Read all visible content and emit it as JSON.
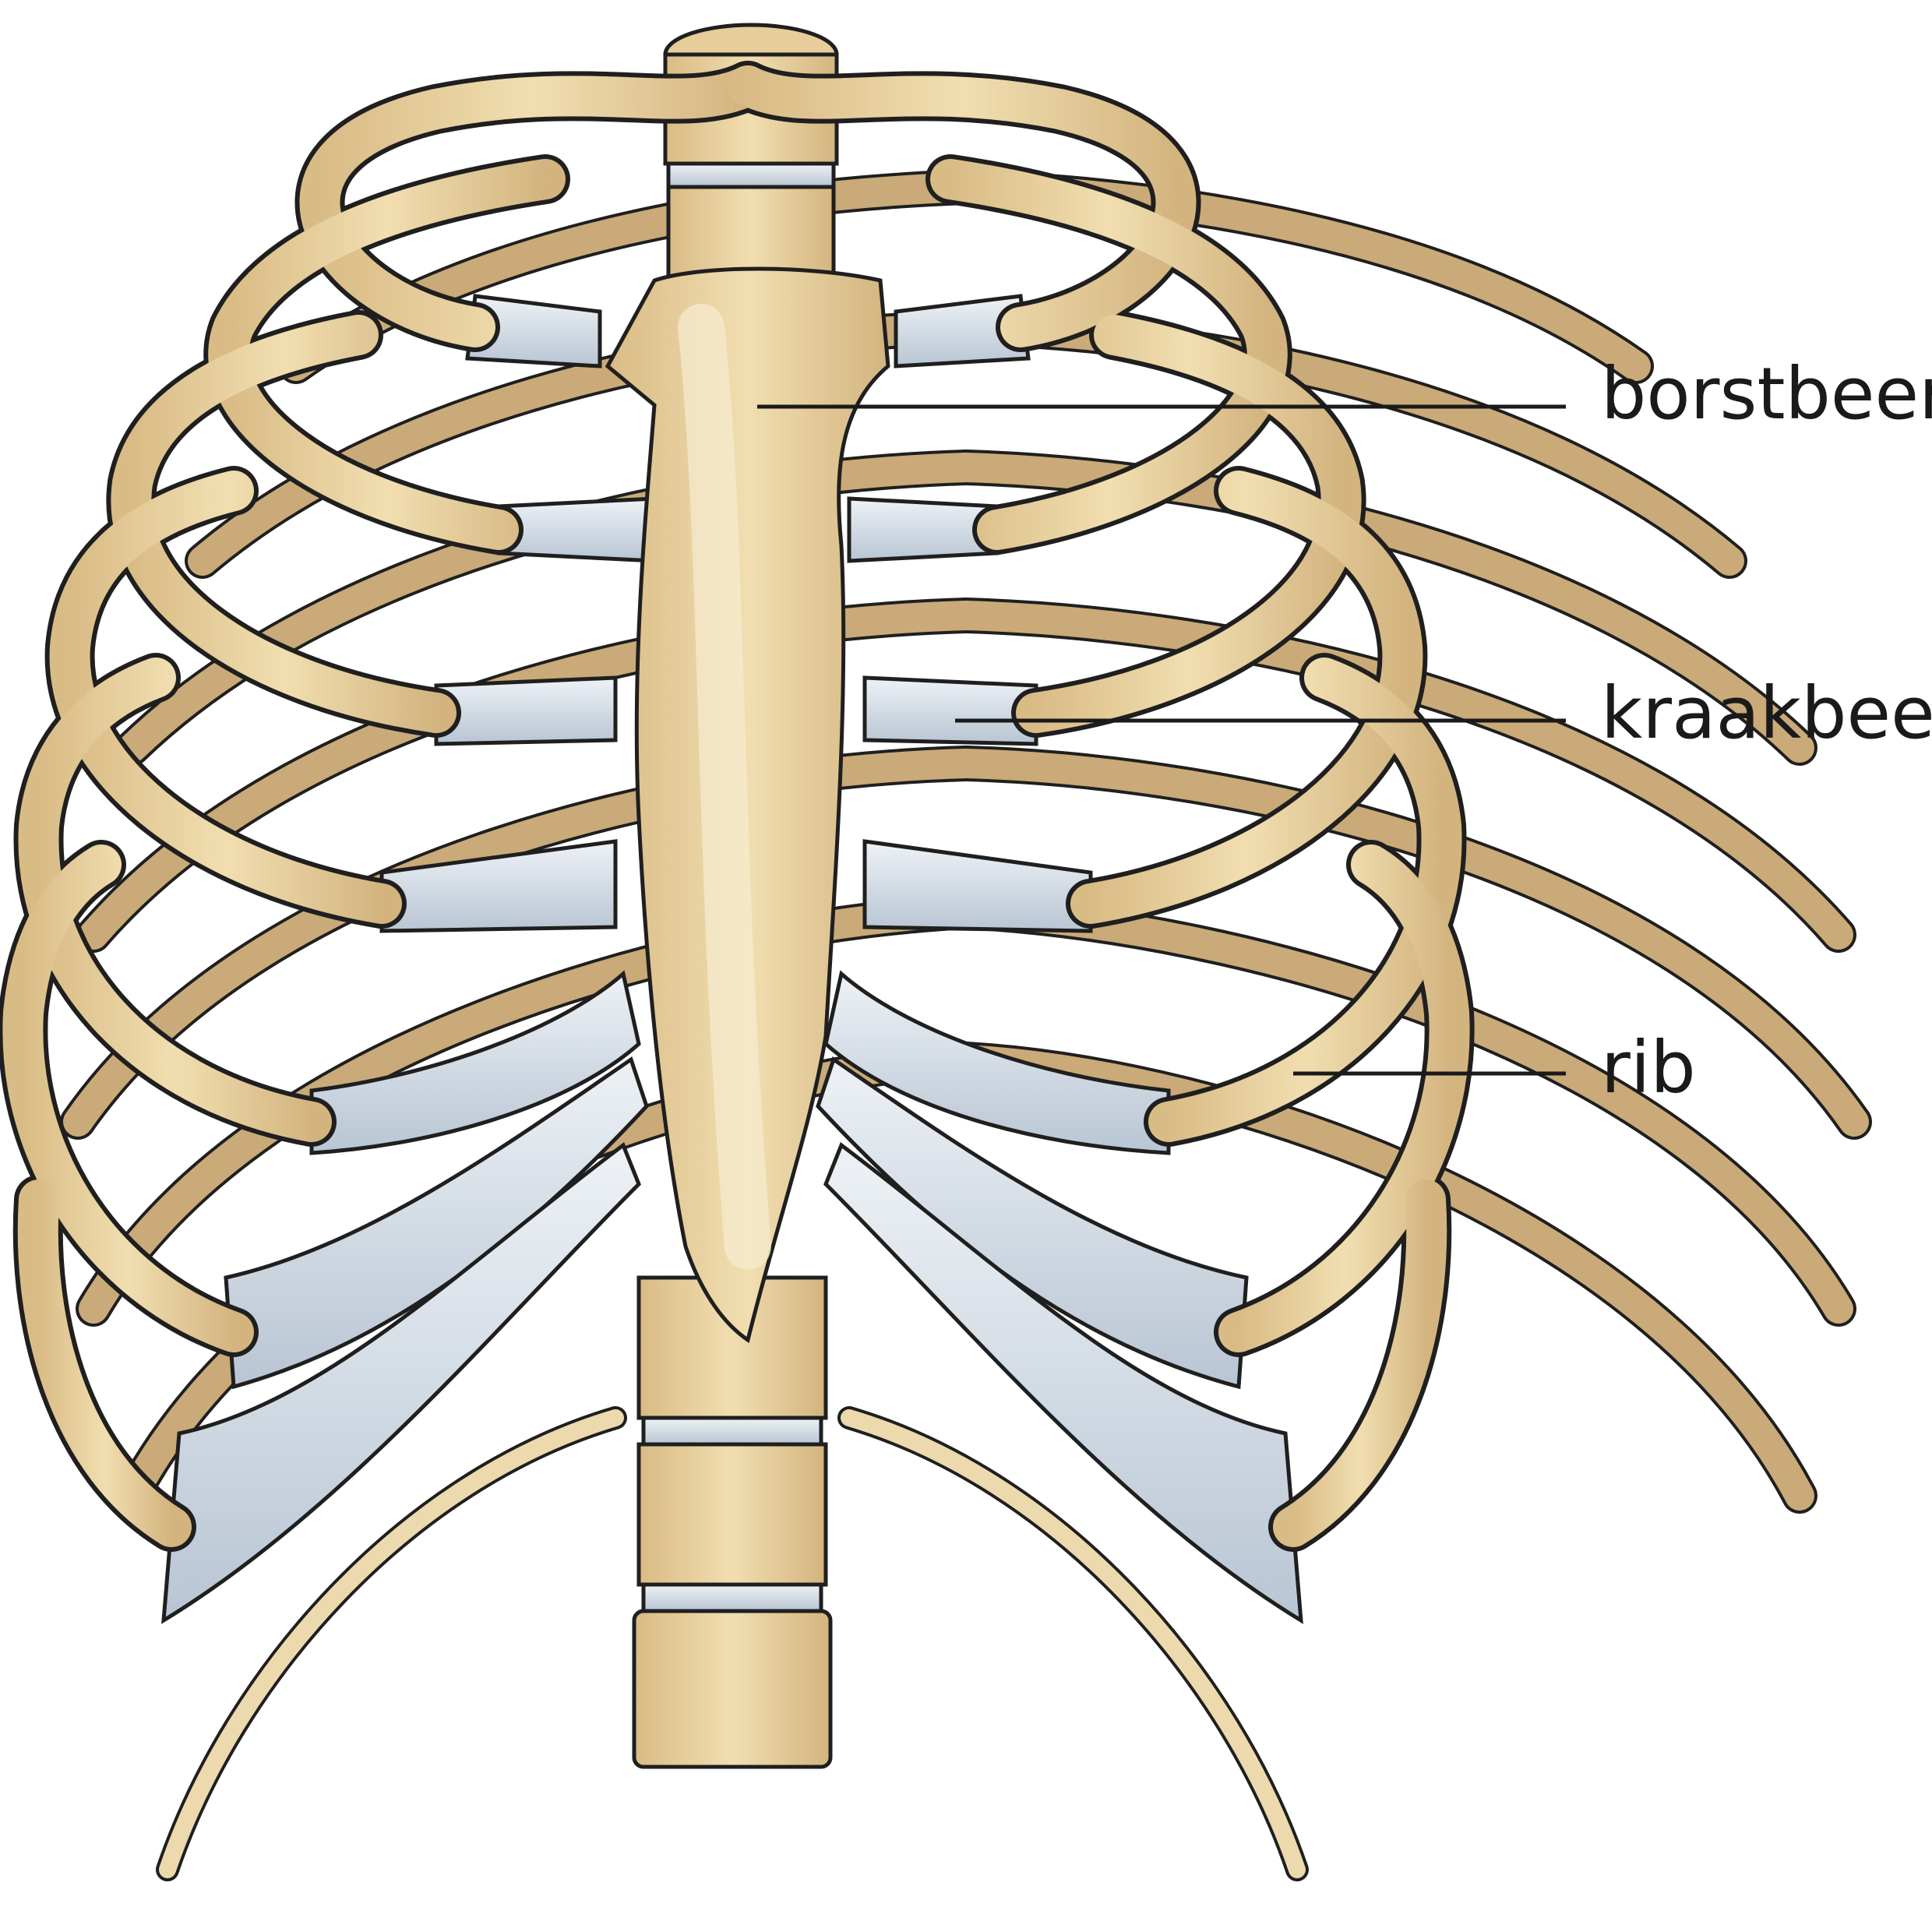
{
  "colors": {
    "bone": "#e6cd9a",
    "bone_shade": "#c9aa78",
    "bone_light": "#f3e6c4",
    "cartilage": "#d6dee7",
    "cartilage_shade": "#a9b6c4",
    "outline": "#1f1f1f",
    "leader_line": "#1a1a1a",
    "background": "#ffffff"
  },
  "illustration": "ribcage-anterior-view",
  "labels": [
    {
      "id": "sternum",
      "text": "borstbeen"
    },
    {
      "id": "cartilage",
      "text": "kraakbeen"
    },
    {
      "id": "rib",
      "text": "rib"
    }
  ]
}
